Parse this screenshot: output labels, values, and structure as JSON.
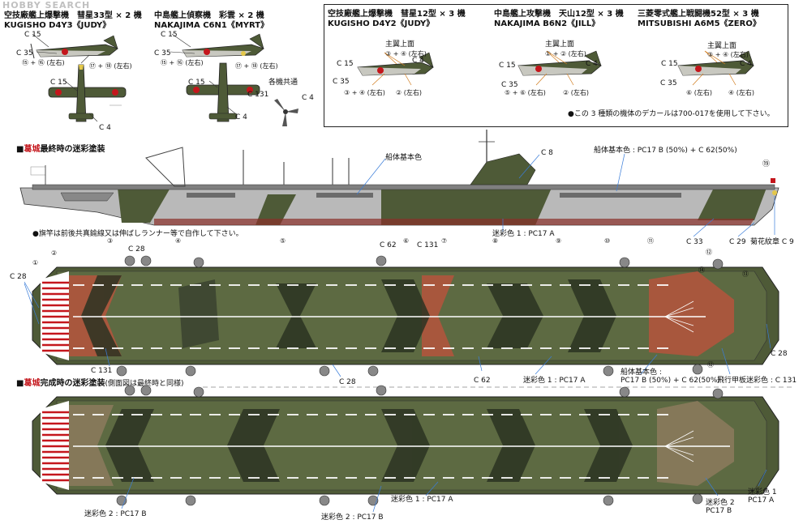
{
  "watermark": "HOBBY SEARCH",
  "planes_left": [
    {
      "jp": "空技廠艦上爆撃機　彗星33型 × 2 機",
      "en": "KUGISHO D4Y3《JUDY》",
      "labels": {
        "c15": "C 15",
        "c35": "C 35",
        "c4": "C 4",
        "n1": "⑮ + ⑯ (左右)",
        "n2": "⑰ + ⑱ (左右)"
      }
    },
    {
      "jp": "中島艦上偵察機　彩雲 × 2 機",
      "en": "NAKAJIMA C6N1《MYRT》",
      "labels": {
        "c15": "C 15",
        "c35": "C 35",
        "c4": "C 4",
        "n1": "⑮ + ⑯ (左右)",
        "n2": "⑰ + ⑱ (左右)"
      }
    }
  ],
  "common": {
    "title": "各機共通",
    "c131": "C 131",
    "c4": "C 4"
  },
  "planes_box": [
    {
      "jp": "空技廠艦上爆撃機　彗星12型 × 3 機",
      "en": "KUGISHO D4Y2《JUDY》",
      "top": "主翼上面",
      "top2": "③ + ④ (左右)",
      "c15": "C 15",
      "c4": "C 4",
      "c35": "C 35",
      "n_low": "③ + ④ (左右)",
      "n_low2": "② (左右)"
    },
    {
      "jp": "中島艦上攻撃機　天山12型 × 3 機",
      "en": "NAKAJIMA B6N2《JILL》",
      "top": "主翼上面",
      "top2": "① + ② (左右)",
      "c15": "C 15",
      "c4": "C 4",
      "c35": "C 35",
      "n_low": "⑤ + ⑥ (左右)",
      "n_low2": "② (左右)"
    },
    {
      "jp": "三菱零式艦上戦闘機52型 × 3 機",
      "en": "MITSUBISHI A6M5《ZERO》",
      "top": "主翼上面",
      "top2": "③ + ④ (左右)",
      "c15": "C 15",
      "c4": "C 4",
      "c35": "C 35",
      "n_low": "⑥ (左右)",
      "n_low2": "④ (左右)"
    }
  ],
  "box_note": "●この 3 種類の機体のデカールは700-017を使用して下さい。",
  "side_section": {
    "title_red": "葛城",
    "title_rest": "最終時の迷彩塗装"
  },
  "side_labels": {
    "hull_base": "船体基本色",
    "c8": "C 8",
    "hull_base2": "船体基本色 : PC17 B (50%) + C 62(50%)",
    "n19": "⑲",
    "camo1": "迷彩色 1 : PC17 A",
    "c33": "C 33",
    "c29": "C 29",
    "crest": "菊花紋章 C 9",
    "flag_note": "●旗竿は前後共真鍮線又は伸ばしランナー等で自作して下さい。"
  },
  "deck_labels": {
    "c28": "C 28",
    "c28b": "C 28",
    "c28c": "C 28",
    "c28d": "C 28",
    "c62": "C 62",
    "c131": "C 131",
    "c131b": "C 131",
    "c62b": "C 62",
    "camo1": "迷彩色 1 : PC17 A",
    "base": "船体基本色 :",
    "base2": "PC17 B (50%) + C 62(50%)",
    "deck": "飛行甲板迷彩色 : C 131",
    "nums": [
      "①",
      "②",
      "③",
      "④",
      "⑤",
      "⑥",
      "⑦",
      "⑧",
      "⑨",
      "⑩",
      "⑪",
      "⑫",
      "⑬",
      "⑭",
      "⑫"
    ]
  },
  "complete_section": {
    "title_red": "葛城",
    "title_rest": "完成時の迷彩塗装",
    "note": "(側面図は最終時と同様)"
  },
  "complete_labels": {
    "camo2a": "迷彩色 2 : PC17 B",
    "camo2b": "迷彩色 2 : PC17 B",
    "camo1": "迷彩色 1 : PC17 A",
    "camo2c": "迷彩色 2",
    "camo2c2": "PC17 B",
    "camo1b": "迷彩色 1",
    "camo1b2": "PC17 A"
  },
  "colors": {
    "hull": "#4e5a37",
    "deck": "#5d6a42",
    "dark": "#2b3322",
    "red": "#b5533c",
    "grey": "#b9b9b9",
    "khaki": "#8a7a5c"
  }
}
